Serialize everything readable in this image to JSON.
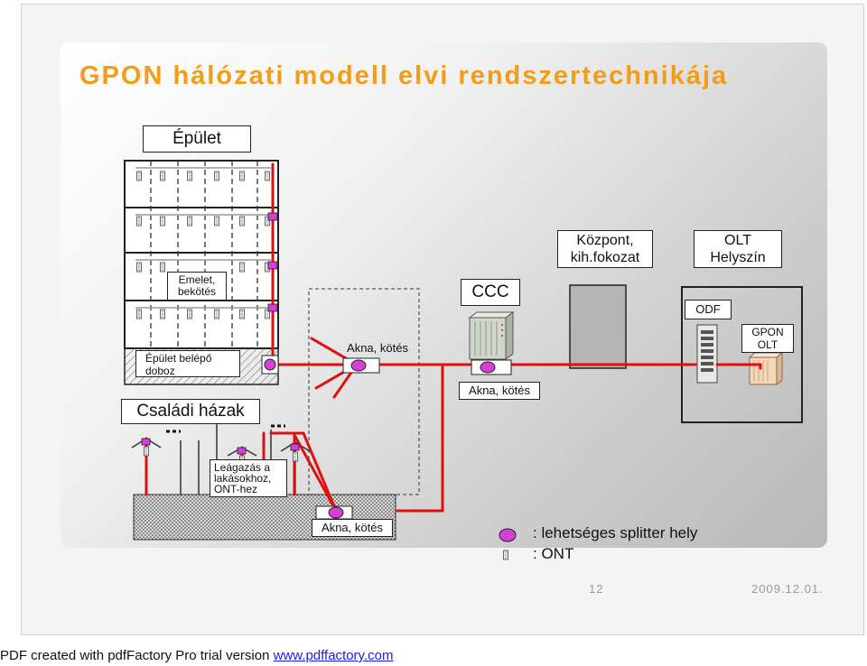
{
  "title": "GPON hálózati modell elvi rendszertechnikája",
  "labels": {
    "epulet": "Épület",
    "emelet": "Emelet,\nbekötés",
    "epulet_belepo": "Épület belépő\ndoboz",
    "csaladi_hazak": "Családi házak",
    "akna_kotes_1": "Akna, kötés",
    "akna_kotes_2": "Akna, kötés",
    "akna_kotes_3": "Akna, kötés",
    "ccc": "CCC",
    "kozpont": "Központ,\nkih.fokozat",
    "olt_helyszin": "OLT\nHelyszín",
    "odf": "ODF",
    "gpon_olt": "GPON\nOLT",
    "leagazas": "Leágazás a\nlakásokhoz,\nONT-hez"
  },
  "legend": {
    "splitter": ": lehetséges splitter hely",
    "ont": ": ONT"
  },
  "page_number": "12",
  "date": "2009.12.01.",
  "footer": {
    "text": "PDF created with pdfFactory Pro trial version ",
    "link": "www.pdffactory.com"
  },
  "icons": [
    "splitter-icon",
    "ont-icon",
    "olt-rack-icon",
    "odf-panel-icon"
  ],
  "colors": {
    "title": "#f39c1a",
    "fiber": "#e01010",
    "splitter": "#d63fd6"
  }
}
